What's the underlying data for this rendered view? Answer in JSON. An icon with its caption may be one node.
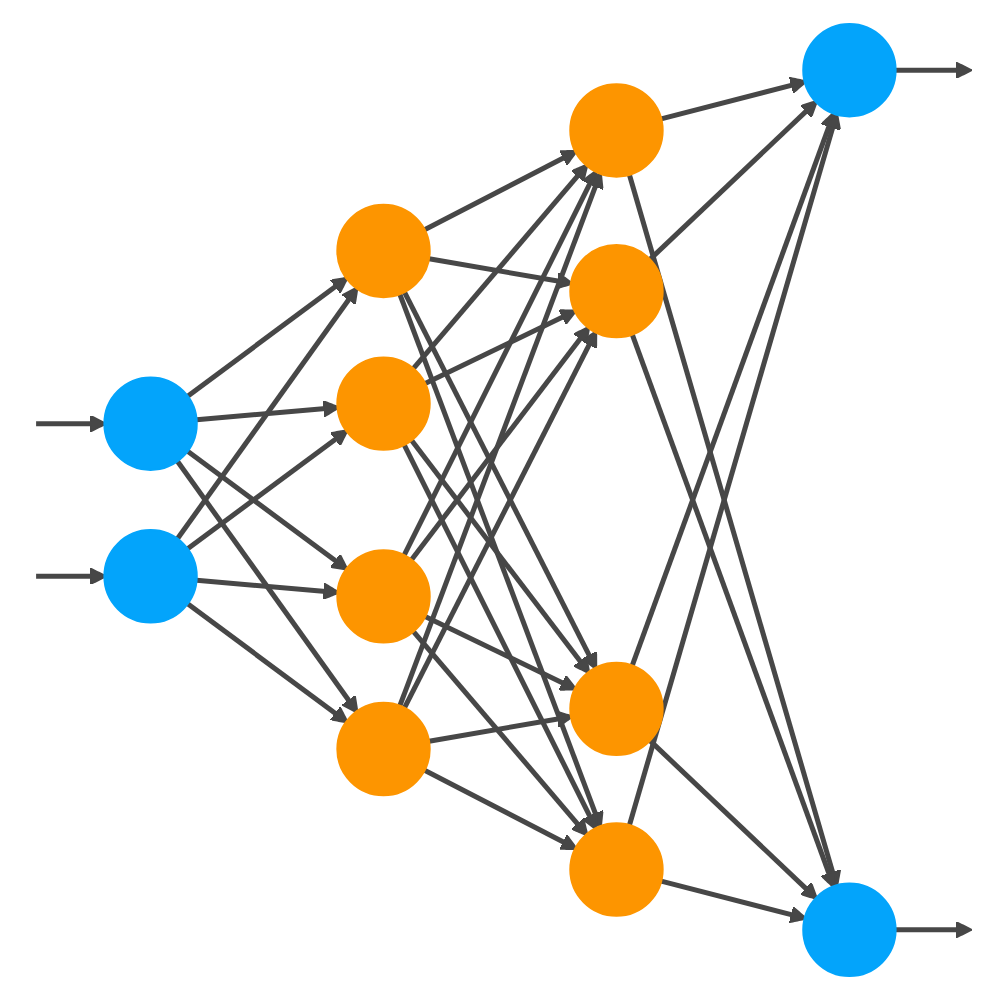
{
  "diagram": {
    "nodes": [
      {
        "text": [],
        "shape": "circle"
      },
      {
        "text": [],
        "shape": "circle"
      },
      {
        "text": [],
        "shape": "circle"
      },
      {
        "text": [],
        "shape": "circle"
      },
      {
        "text": [],
        "shape": "circle"
      },
      {
        "text": [],
        "shape": "circle"
      },
      {
        "text": [],
        "shape": "circle"
      },
      {
        "text": [],
        "shape": "circle"
      },
      {
        "text": [],
        "shape": "circle"
      },
      {
        "text": [],
        "shape": "circle"
      },
      {
        "text": [],
        "shape": "circle"
      },
      {
        "text": [],
        "shape": "circle"
      }
    ],
    "edges": [
      {
        "from": null,
        "to": 0,
        "arrow": "to"
      },
      {
        "from": null,
        "to": 1,
        "arrow": "to"
      },
      {
        "from": 0,
        "to": 2,
        "arrow": "to"
      },
      {
        "from": 0,
        "to": 3,
        "arrow": "to"
      },
      {
        "from": 0,
        "to": 4,
        "arrow": "to"
      },
      {
        "from": 0,
        "to": 5,
        "arrow": "to"
      },
      {
        "from": 1,
        "to": 2,
        "arrow": "to"
      },
      {
        "from": 1,
        "to": 3,
        "arrow": "to"
      },
      {
        "from": 1,
        "to": 4,
        "arrow": "to"
      },
      {
        "from": 1,
        "to": 5,
        "arrow": "to"
      },
      {
        "from": 2,
        "to": 6,
        "arrow": "to"
      },
      {
        "from": 2,
        "to": 7,
        "arrow": "to"
      },
      {
        "from": 2,
        "to": 8,
        "arrow": "to"
      },
      {
        "from": 2,
        "to": 9,
        "arrow": "to"
      },
      {
        "from": 3,
        "to": 6,
        "arrow": "to"
      },
      {
        "from": 3,
        "to": 7,
        "arrow": "to"
      },
      {
        "from": 3,
        "to": 8,
        "arrow": "to"
      },
      {
        "from": 3,
        "to": 9,
        "arrow": "to"
      },
      {
        "from": 4,
        "to": 6,
        "arrow": "to"
      },
      {
        "from": 4,
        "to": 7,
        "arrow": "to"
      },
      {
        "from": 4,
        "to": 8,
        "arrow": "to"
      },
      {
        "from": 4,
        "to": 9,
        "arrow": "to"
      },
      {
        "from": 5,
        "to": 6,
        "arrow": "to"
      },
      {
        "from": 5,
        "to": 7,
        "arrow": "to"
      },
      {
        "from": 5,
        "to": 8,
        "arrow": "to"
      },
      {
        "from": 5,
        "to": 9,
        "arrow": "to"
      },
      {
        "from": 6,
        "to": 10,
        "arrow": "to"
      },
      {
        "from": 6,
        "to": 11,
        "arrow": "to"
      },
      {
        "from": 7,
        "to": 10,
        "arrow": "to"
      },
      {
        "from": 7,
        "to": 11,
        "arrow": "to"
      },
      {
        "from": 8,
        "to": 10,
        "arrow": "to"
      },
      {
        "from": 8,
        "to": 11,
        "arrow": "to"
      },
      {
        "from": 9,
        "to": 10,
        "arrow": "to"
      },
      {
        "from": 9,
        "to": 11,
        "arrow": "to"
      },
      {
        "from": 10,
        "to": null,
        "arrow": "to"
      },
      {
        "from": 11,
        "to": null,
        "arrow": "to"
      }
    ]
  }
}
